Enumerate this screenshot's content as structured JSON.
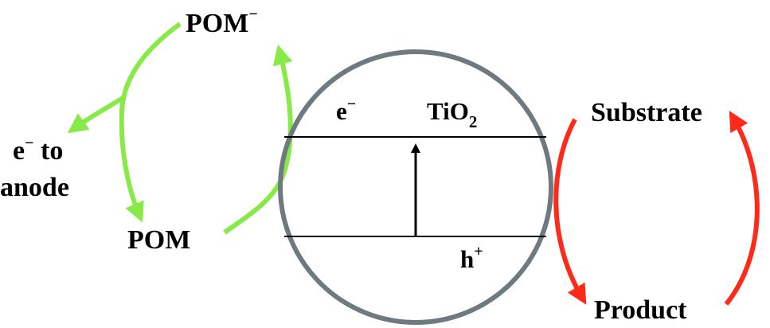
{
  "labels": {
    "pom_reduced": "POM",
    "pom_reduced_sup": "−",
    "pom": "POM",
    "e_to_anode_line1_e": "e",
    "e_to_anode_line1_sup": "−",
    "e_to_anode_line1_rest": " to",
    "e_to_anode_line2": "anode",
    "electron": "e",
    "electron_sup": "−",
    "tio2_main": "TiO",
    "tio2_sub": "2",
    "hole": "h",
    "hole_sup": "+",
    "substrate": "Substrate",
    "product": "Product"
  },
  "colors": {
    "green_arrows": "#88ea48",
    "red_arrows": "#ff2a1a",
    "particle_outline": "#6e7a80",
    "band_lines": "#000000"
  }
}
